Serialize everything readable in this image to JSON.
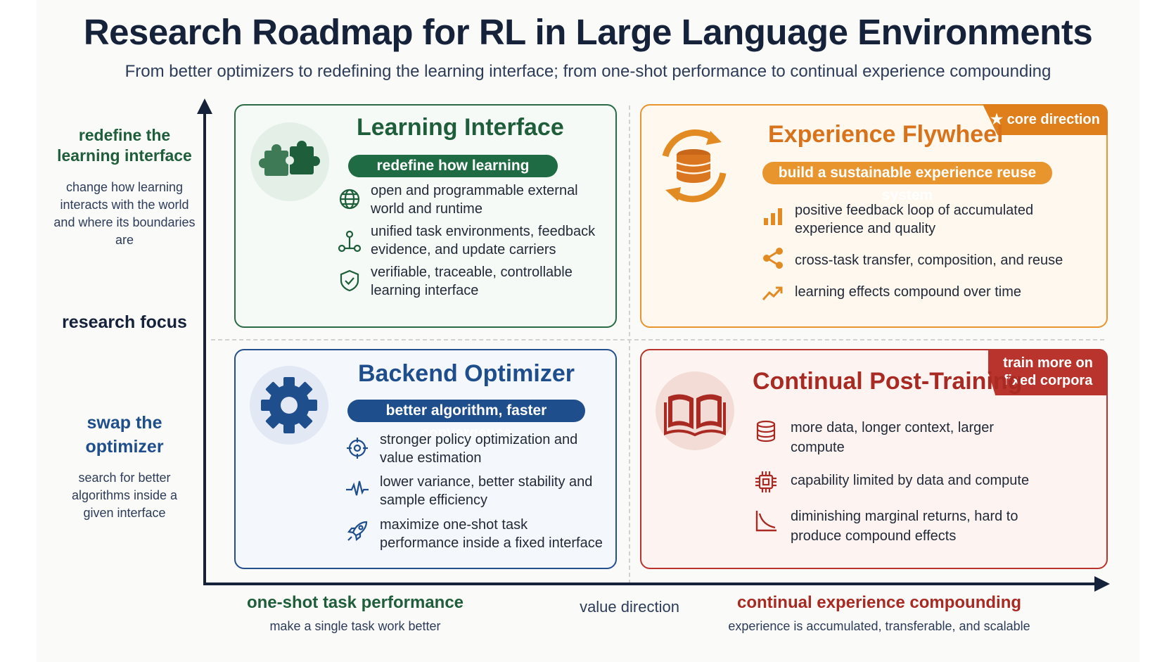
{
  "title": "Research Roadmap for RL in Large Language Environments",
  "subtitle": "From better optimizers to redefining the learning interface; from one-shot performance to continual experience compounding",
  "y_axis": {
    "top_label": "redefine the learning interface",
    "top_desc": "change how learning interacts with the world and where its boundaries are",
    "mid_label": "research focus",
    "bottom_label": "swap the optimizer",
    "bottom_desc": "search for better algorithms inside a given interface"
  },
  "x_axis": {
    "left_label": "one-shot task performance",
    "left_desc": "make a single task work better",
    "mid_label": "value direction",
    "right_label": "continual experience compounding",
    "right_desc": "experience is accumulated, transferable, and scalable"
  },
  "colors": {
    "green": "#1f5e3a",
    "orange": "#e38b23",
    "blue": "#1f4e8c",
    "red": "#a82a22",
    "navy": "#15223a"
  },
  "quadrants": {
    "learning_interface": {
      "title": "Learning Interface",
      "tag": "redefine how learning happens",
      "icon": "puzzle-icon",
      "items": [
        {
          "icon": "globe-icon",
          "text": "open and programmable external world and runtime"
        },
        {
          "icon": "nodes-icon",
          "text": "unified task environments, feedback evidence, and update carriers"
        },
        {
          "icon": "shield-check-icon",
          "text": "verifiable, traceable, controllable learning interface"
        }
      ]
    },
    "experience_flywheel": {
      "title": "Experience Flywheel",
      "tag": "build a sustainable experience reuse system",
      "ribbon": "core direction",
      "icon": "database-cycle-icon",
      "items": [
        {
          "icon": "bar-chart-icon",
          "text": "positive feedback loop of accumulated experience and quality"
        },
        {
          "icon": "share-icon",
          "text": "cross-task transfer, composition, and reuse"
        },
        {
          "icon": "trend-up-icon",
          "text": "learning effects compound over time"
        }
      ]
    },
    "backend_optimizer": {
      "title": "Backend Optimizer",
      "tag": "better algorithm, faster convergence",
      "icon": "gear-icon",
      "items": [
        {
          "icon": "target-icon",
          "text": "stronger policy optimization and value estimation"
        },
        {
          "icon": "pulse-icon",
          "text": "lower variance, better stability and sample efficiency"
        },
        {
          "icon": "rocket-icon",
          "text": "maximize one-shot task performance inside a fixed interface"
        }
      ]
    },
    "continual_post_training": {
      "title": "Continual Post-Training",
      "ribbon": "train more on fixed corpora",
      "icon": "book-icon",
      "items": [
        {
          "icon": "database-icon",
          "text": "more data, longer context, larger compute"
        },
        {
          "icon": "chip-icon",
          "text": "capability limited by data and compute"
        },
        {
          "icon": "decline-curve-icon",
          "text": "diminishing marginal returns, hard to produce compound effects"
        }
      ]
    }
  }
}
